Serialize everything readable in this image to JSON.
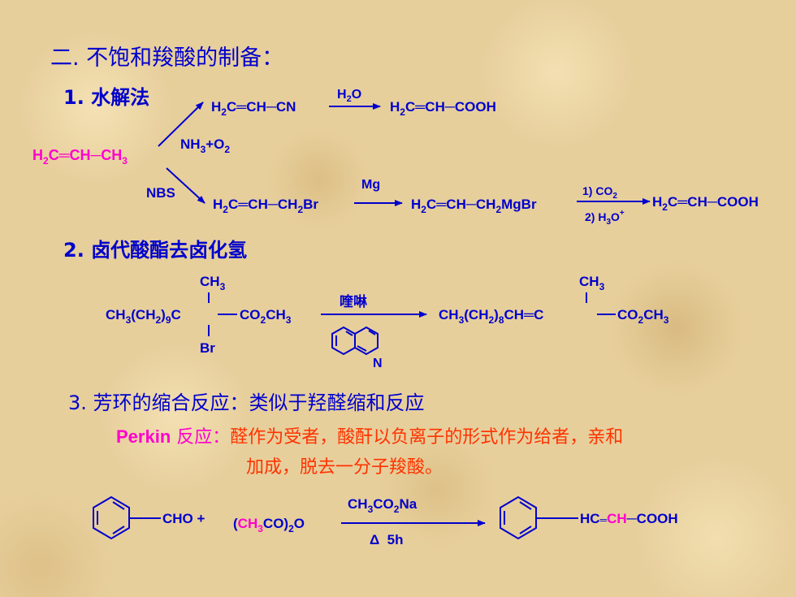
{
  "title": "二. 不饱和羧酸的制备：",
  "colors": {
    "blue": "#0000cc",
    "magenta": "#ff00cc",
    "red": "#ff3300",
    "black": "#000000"
  },
  "section1": {
    "heading": "1. 水解法",
    "start": {
      "a": "H",
      "a_sub": "2",
      "b": "C═CH─CH",
      "c_sub": "3"
    },
    "upper_product": {
      "p1": "H",
      "p1_sub": "2",
      "p2": "C═CH─CN"
    },
    "upper_reagent": "NH",
    "upper_reagent_sub": "3",
    "upper_reagent_tail": "+O",
    "upper_reagent_sub2": "2",
    "h2o": {
      "a": "H",
      "sub": "2",
      "b": "O"
    },
    "upper_final": {
      "a": "H",
      "sub": "2",
      "b": "C═CH─COOH"
    },
    "lower_reagent": "NBS",
    "lower_product": {
      "a": "H",
      "sub": "2",
      "b": "C═CH─CH",
      "sub2": "2",
      "c": "Br"
    },
    "mg": "Mg",
    "grignard": {
      "a": "H",
      "sub": "2",
      "b": "C═CH─CH",
      "sub2": "2",
      "c": "MgBr"
    },
    "step1": {
      "a": "1) CO",
      "sub": "2"
    },
    "step2": {
      "a": "2) H",
      "sub": "3",
      "b": "O",
      "sup": "+"
    },
    "lower_final": {
      "a": "H",
      "sub": "2",
      "b": "C═CH─COOH"
    }
  },
  "section2": {
    "heading": "2. 卤代酸酯去卤化氢",
    "reactant": {
      "a": "CH",
      "sub1": "3",
      "b": "(CH",
      "sub2": "2",
      "c": ")",
      "sub3": "9",
      "d": "C",
      "e": "CO",
      "sub4": "2",
      "f": "CH",
      "sub5": "3"
    },
    "ch3_top": {
      "a": "CH",
      "sub": "3"
    },
    "br": "Br",
    "catalyst": "喹啉",
    "n_label": "N",
    "product": {
      "a": "CH",
      "sub1": "3",
      "b": "(CH",
      "sub2": "2",
      "c": ")",
      "sub3": "8",
      "d": "CH═C",
      "e": "CO",
      "sub4": "2",
      "f": "CH",
      "sub5": "3"
    },
    "ch3_top2": {
      "a": "CH",
      "sub": "3"
    }
  },
  "section3": {
    "heading": "3. 芳环的缩合反应：类似于羟醛缩和反应",
    "perkin_name": "Perkin",
    "perkin_label": " 反应：",
    "perkin_desc1": "醛作为受者，酸酐以负离子的形式作为给者，亲和",
    "perkin_desc2": "加成，脱去一分子羧酸。",
    "cho": "CHO +",
    "anhydride": {
      "a": "(",
      "b": "CH",
      "sub": "3",
      "c": "CO)",
      "sub2": "2",
      "d": "O"
    },
    "reagent_top": {
      "a": "CH",
      "sub": "3",
      "b": "CO",
      "sub2": "2",
      "c": "Na"
    },
    "reagent_bottom": "Δ  5h",
    "product": {
      "a": "HC",
      "dots": "═",
      "b": "CH",
      "c": "─COOH"
    }
  }
}
